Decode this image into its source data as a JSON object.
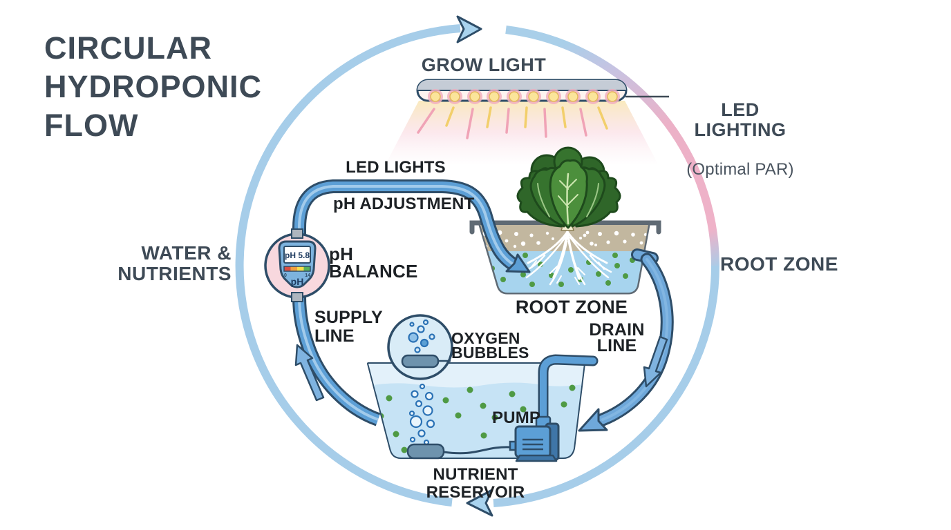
{
  "title": "CIRCULAR\nHYDROPONIC\nFLOW",
  "labels": {
    "grow_light": "GROW LIGHT",
    "led_lighting": "LED LIGHTING",
    "led_lighting_sub": "(Optimal PAR)",
    "water_nutrients": "WATER &\nNUTRIENTS",
    "root_zone_outer": "ROOT ZONE",
    "led_lights": "LED LIGHTS",
    "ph_adjustment": "pH ADJUSTMENT",
    "ph_balance": "pH\nBALANCE",
    "supply_line": "SUPPLY\nLINE",
    "oxygen_bubbles": "OXYGEN\nBUBBLES",
    "root_zone_inner": "ROOT ZONE",
    "drain_line": "DRAIN\nLINE",
    "pump": "PUMP",
    "nutrient_reservoir": "NUTRIENT RESERVOIR"
  },
  "ph_meter": {
    "reading": "pH 5.8",
    "unit_label": "pH",
    "scale_min": "0",
    "scale_max": "14"
  },
  "colors": {
    "ring_blue": "#a6cde9",
    "ring_pink": "#efb2c8",
    "ring_lavender": "#c6c3e2",
    "pipe_blue": "#5c9fd6",
    "outline_navy": "#2e4d68",
    "water_blue": "#c6e3f5",
    "nutrient_green": "#4f9a44",
    "led_yellow": "#fbe59a",
    "glow_pink": "#f2afc0",
    "title_slate": "#3e4a56",
    "label_ink": "#1d2125",
    "substrate_tan": "#c2b79f",
    "leaf_green": "#36732e"
  }
}
